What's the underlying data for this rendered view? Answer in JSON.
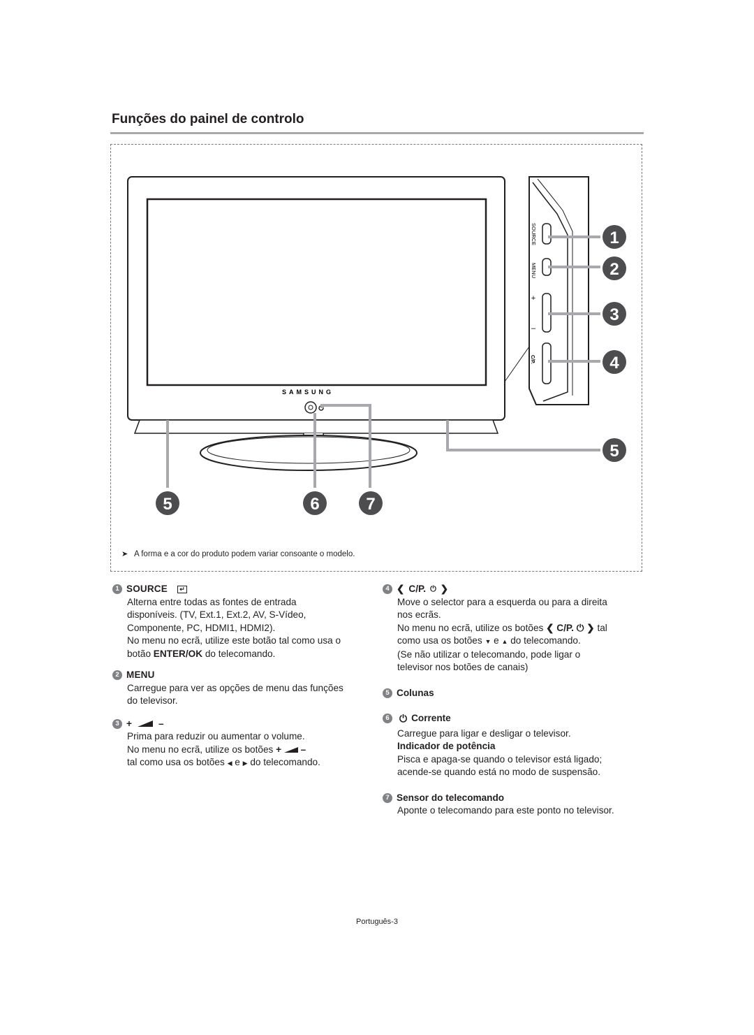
{
  "title": "Funções do painel de controlo",
  "figure": {
    "brand": "SAMSUNG",
    "side_labels": {
      "source": "SOURCE",
      "menu": "MENU",
      "plus": "+",
      "minus": "–",
      "cp": "C/P."
    },
    "callouts": [
      "1",
      "2",
      "3",
      "4",
      "5",
      "5",
      "6",
      "7"
    ],
    "note": "A forma e a cor do produto podem variar consoante o modelo."
  },
  "items": {
    "i1": {
      "num": "1",
      "head": "SOURCE",
      "lines": [
        "Alterna entre todas as fontes de entrada",
        "disponíveis. (TV, Ext.1, Ext.2, AV, S-Vídeo,",
        "Componente, PC, HDMI1, HDMI2).",
        "No menu no ecrã, utilize este botão tal como usa o"
      ],
      "last_pre": "botão ",
      "last_bold": "ENTER/OK",
      "last_post": " do telecomando."
    },
    "i2": {
      "num": "2",
      "head": "MENU",
      "lines": [
        "Carregue para ver as opções de menu das funções",
        "do televisor."
      ]
    },
    "i3": {
      "num": "3",
      "head_plus": "+",
      "head_minus": "–",
      "line1": "Prima para reduzir ou aumentar o volume.",
      "line2_pre": "No menu no ecrã, utilize os botões",
      "line3_pre": "tal como usa os botões",
      "line3_mid": "e",
      "line3_post": "do telecomando."
    },
    "i4": {
      "num": "4",
      "head": "C/P.",
      "line1": "Move o selector para a esquerda ou para a direita",
      "line2": "nos ecrãs.",
      "line3_pre": "No menu no ecrã, utilize os botões",
      "line3_post": "tal",
      "line4_pre": "como usa os botões",
      "line4_mid": "e",
      "line4_post": "do telecomando.",
      "line5": "(Se não utilizar o telecomando, pode ligar o",
      "line6": "televisor nos botões de canais)"
    },
    "i5": {
      "num": "5",
      "head": "Colunas"
    },
    "i6": {
      "num": "6",
      "head": "Corrente",
      "line1": "Carregue para ligar e desligar o televisor.",
      "sub_head": "Indicador de potência",
      "line2": "Pisca e apaga-se quando o televisor está ligado;",
      "line3": "acende-se quando está no modo de suspensão."
    },
    "i7": {
      "num": "7",
      "head": "Sensor do telecomando",
      "line1": "Aponte o telecomando para este ponto no televisor."
    }
  },
  "footer": "Português-3"
}
